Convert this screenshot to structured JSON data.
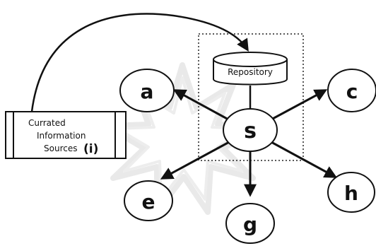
{
  "nodes": {
    "a": "a",
    "c": "c",
    "s": "s",
    "e": "e",
    "g": "g",
    "h": "h"
  },
  "repository": {
    "label": "Repository"
  },
  "sources": {
    "line1": "Currated",
    "line2": "Information",
    "line3": "Sources",
    "tag": "(i)"
  },
  "colors": {
    "ink": "#111111",
    "watermark": "#d8d8d8",
    "background": "#ffffff"
  }
}
